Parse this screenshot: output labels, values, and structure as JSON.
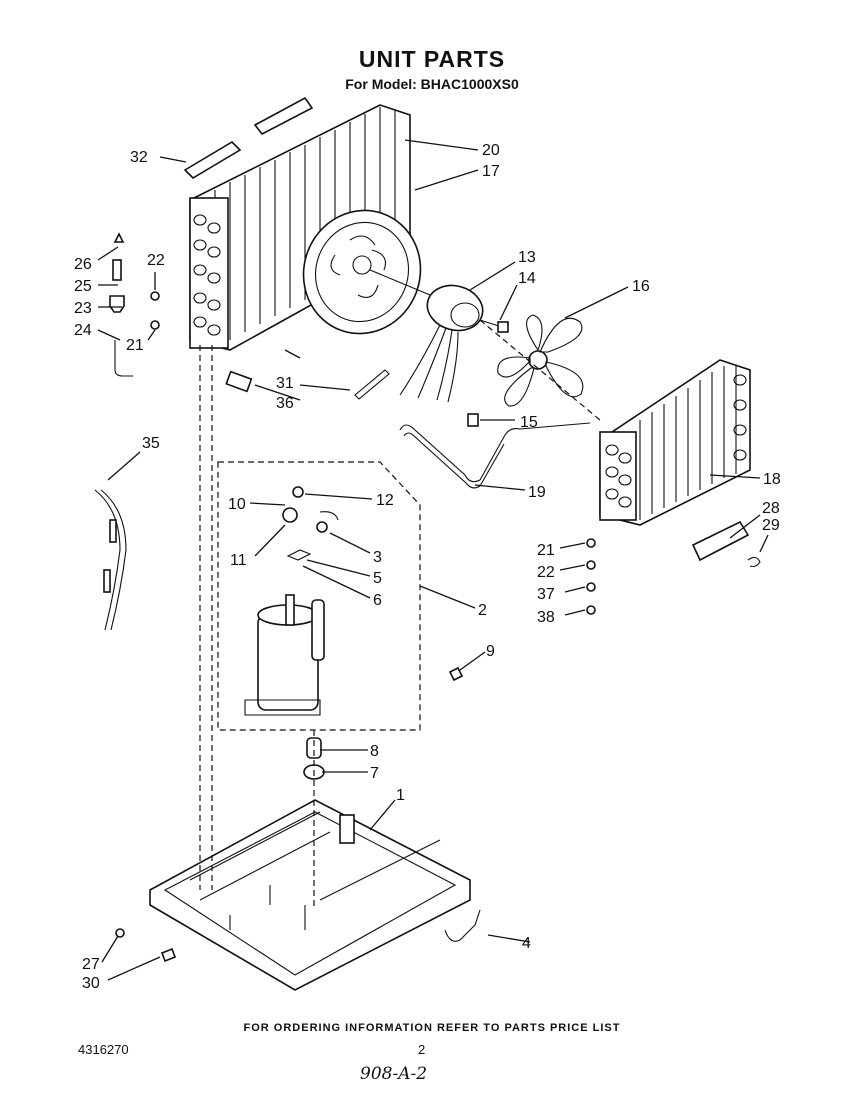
{
  "header": {
    "title": "UNIT PARTS",
    "subtitle": "For Model: BHAC1000XS0"
  },
  "callouts": {
    "c1": "1",
    "c2": "2",
    "c3": "3",
    "c4": "4",
    "c5": "5",
    "c6": "6",
    "c7": "7",
    "c8": "8",
    "c9": "9",
    "c10": "10",
    "c11": "11",
    "c12": "12",
    "c13": "13",
    "c14": "14",
    "c15": "15",
    "c16": "16",
    "c17": "17",
    "c18": "18",
    "c19": "19",
    "c20": "20",
    "c21a": "21",
    "c21b": "21",
    "c22a": "22",
    "c22b": "22",
    "c23": "23",
    "c24": "24",
    "c25": "25",
    "c26": "26",
    "c27": "27",
    "c28": "28",
    "c29": "29",
    "c30": "30",
    "c31": "31",
    "c32": "32",
    "c35": "35",
    "c36": "36",
    "c37": "37",
    "c38": "38"
  },
  "footer": {
    "ordering_note": "FOR ORDERING INFORMATION REFER TO PARTS PRICE LIST",
    "document_number": "4316270",
    "page_number": "2",
    "handwritten_note": "908-A-2"
  }
}
